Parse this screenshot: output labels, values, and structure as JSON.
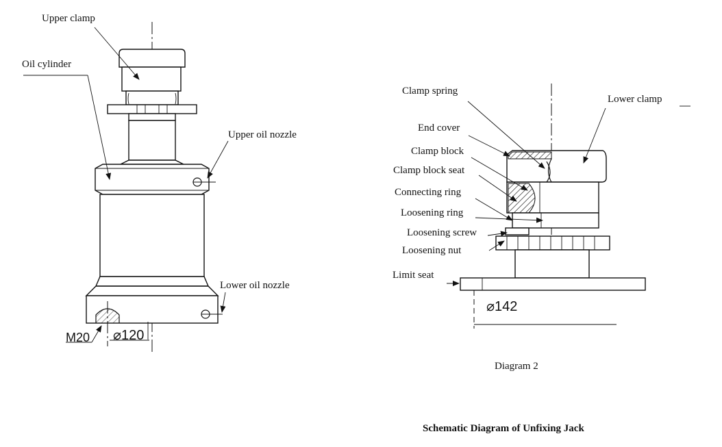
{
  "left_diagram": {
    "labels": {
      "upper_clamp": "Upper clamp",
      "oil_cylinder": "Oil cylinder",
      "upper_oil_nozzle": "Upper oil nozzle",
      "lower_oil_nozzle": "Lower oil nozzle"
    },
    "dimensions": {
      "thread": "M20",
      "diameter": "⌀120"
    }
  },
  "right_diagram": {
    "labels": {
      "clamp_spring": "Clamp spring",
      "lower_clamp": "Lower clamp",
      "end_cover": "End cover",
      "clamp_block": "Clamp block",
      "clamp_block_seat": "Clamp block seat",
      "connecting_ring": "Connecting ring",
      "loosening_ring": "Loosening ring",
      "loosening_screw": "Loosening screw",
      "loosening_nut": "Loosening nut",
      "limit_seat": "Limit seat"
    },
    "dimensions": {
      "diameter": "⌀142"
    },
    "caption": "Diagram 2"
  },
  "title": "Schematic Diagram of Unfixing Jack",
  "colors": {
    "line": "#111111",
    "background": "#ffffff"
  }
}
